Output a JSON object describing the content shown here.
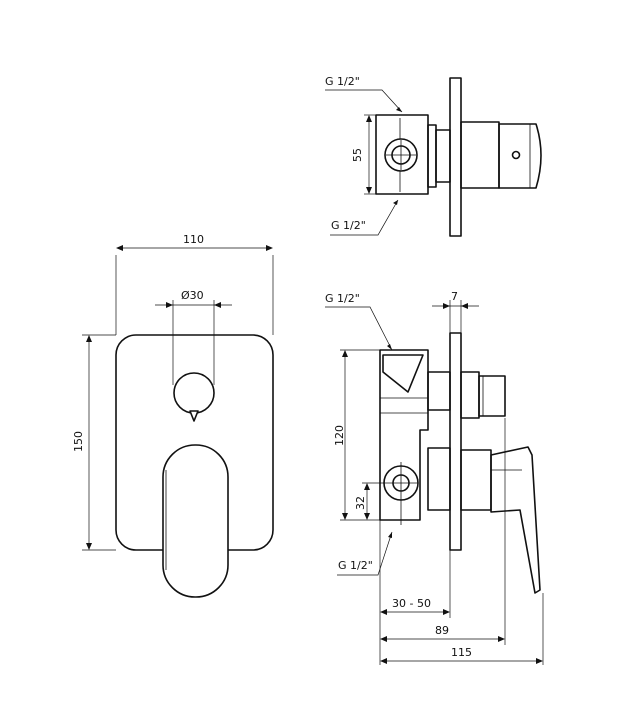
{
  "labels": {
    "thread_top_1": "G 1/2\"",
    "thread_top_2": "G 1/2\"",
    "thread_side_1": "G 1/2\"",
    "thread_side_2": "G 1/2\"",
    "dim_width": "110",
    "dim_diameter": "Ø30",
    "dim_height": "150",
    "dim_55": "55",
    "dim_7": "7",
    "dim_120": "120",
    "dim_32": "32",
    "dim_30_50": "30 - 50",
    "dim_89": "89",
    "dim_115": "115"
  }
}
